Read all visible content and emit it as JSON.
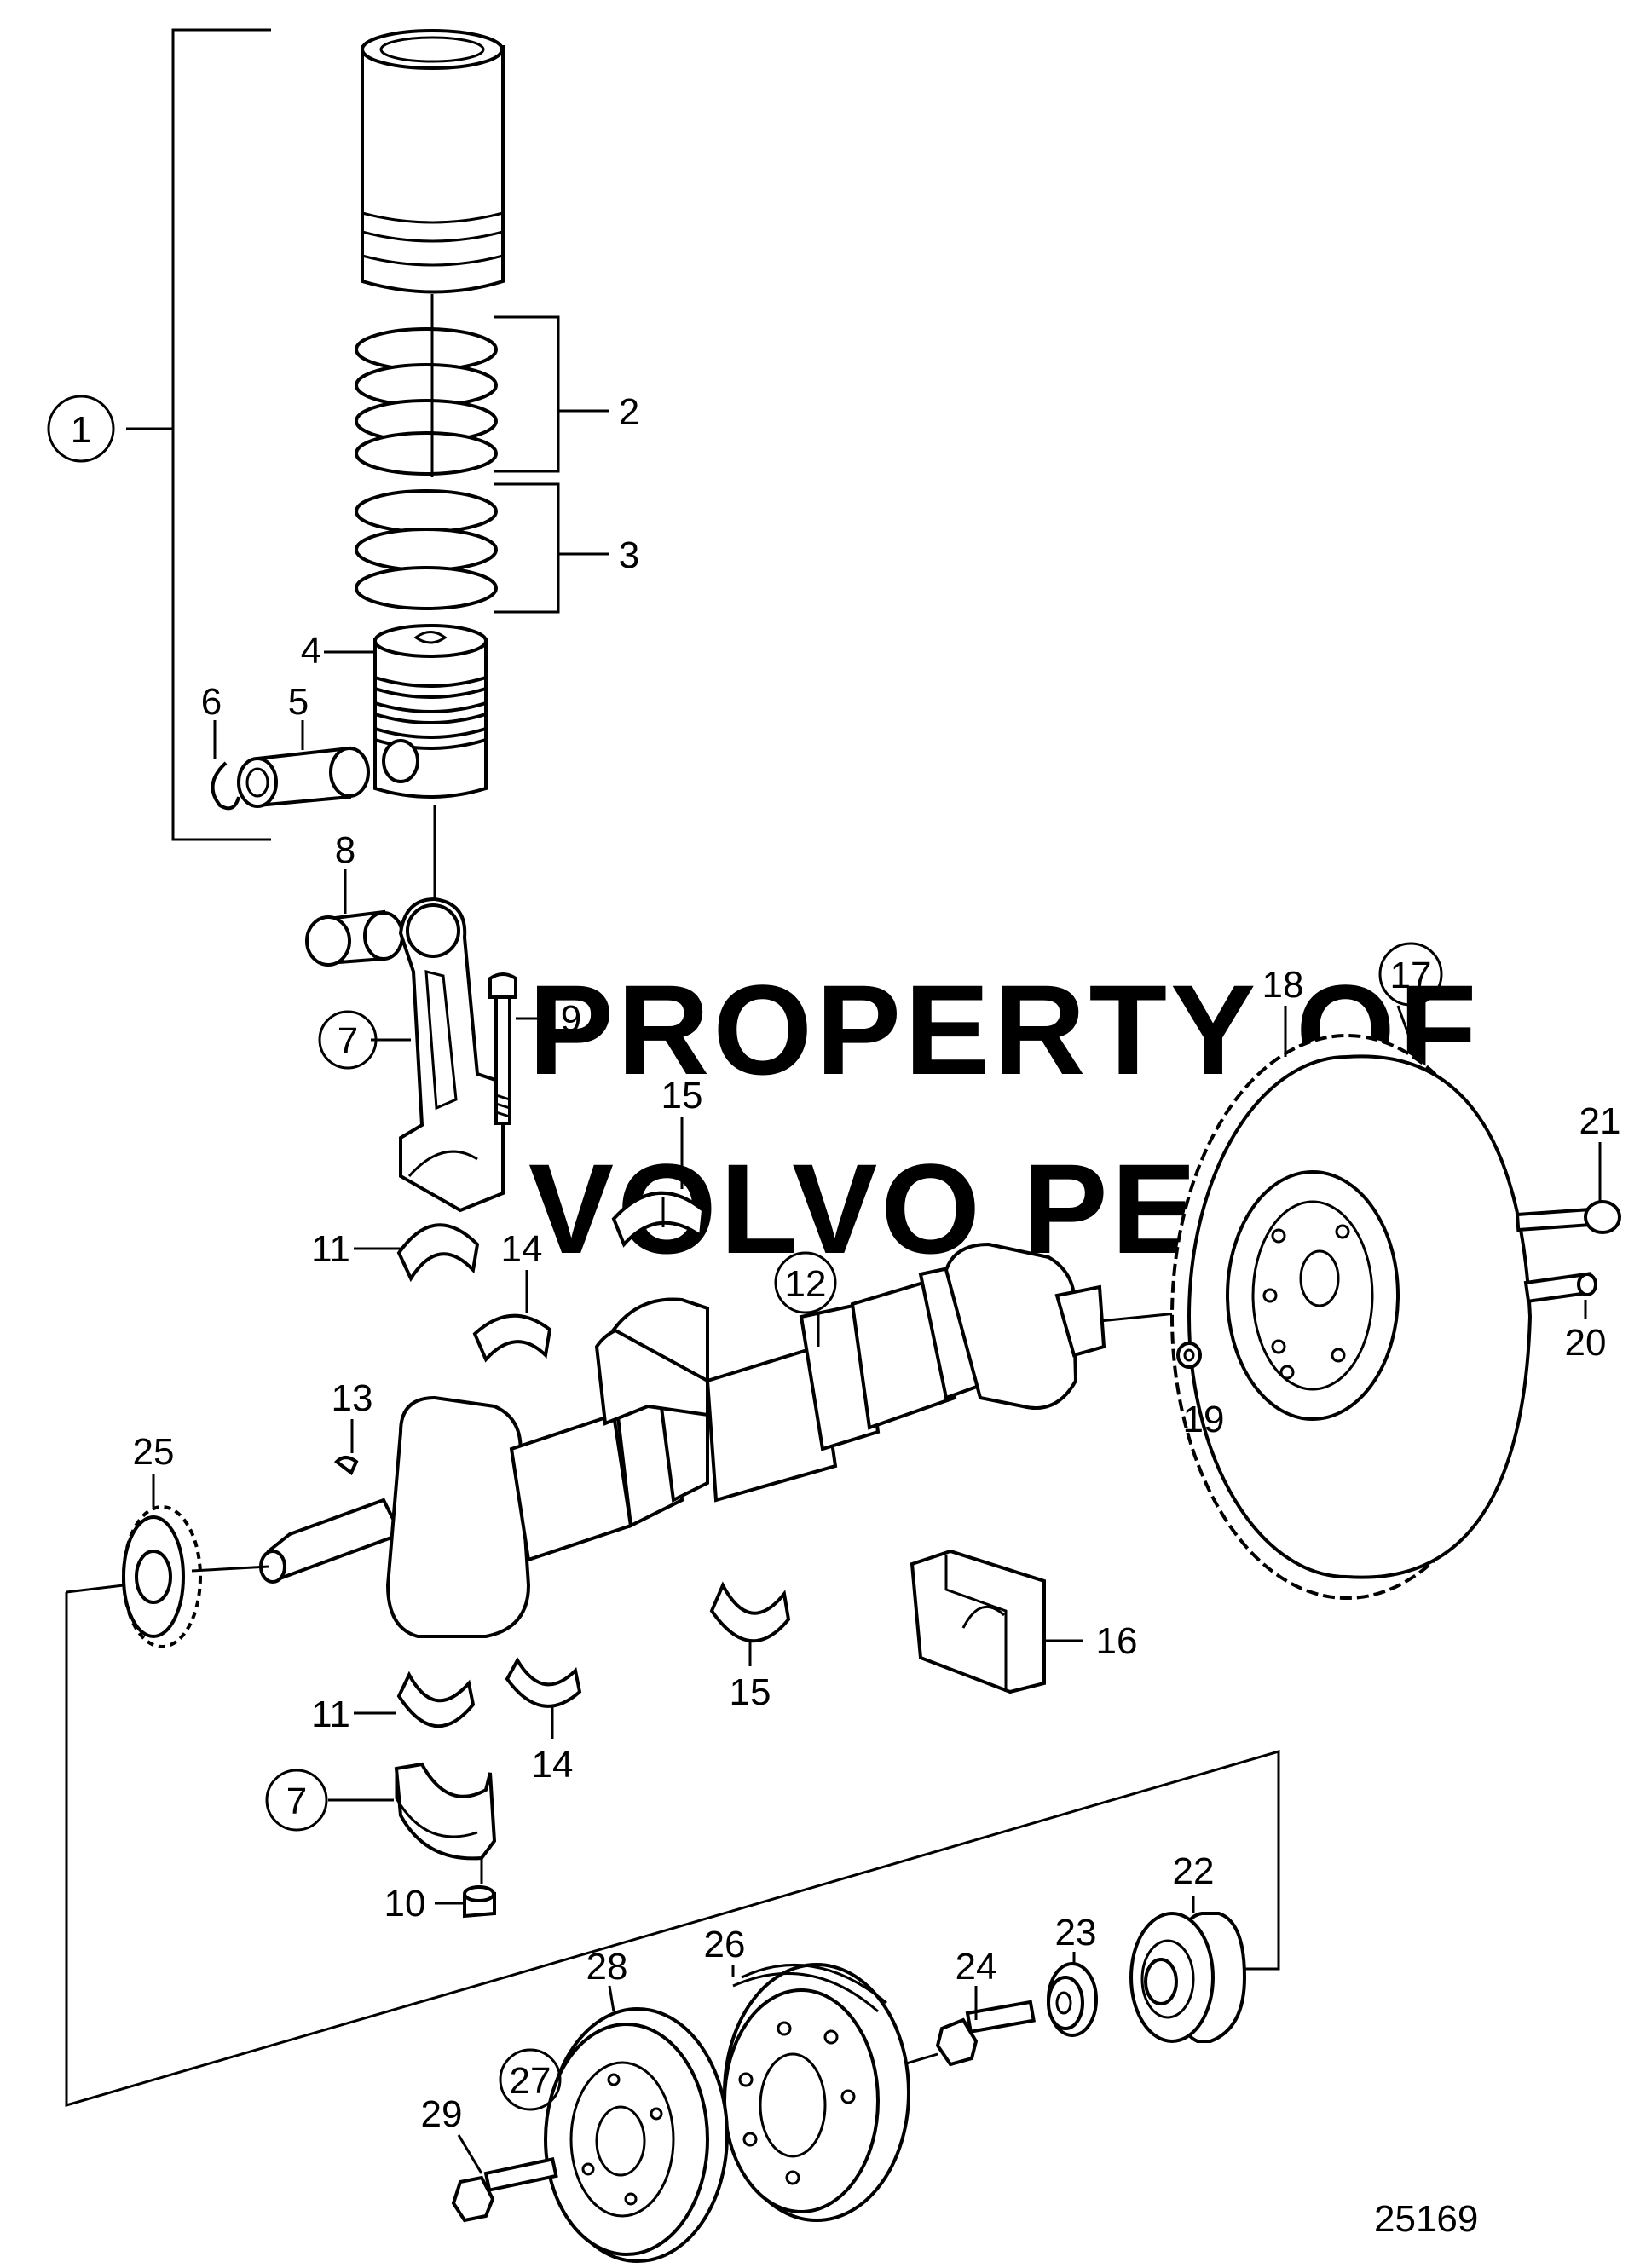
{
  "watermark": {
    "line1": "PROPERTY OF",
    "line2": "VOLVO PENTA"
  },
  "drawing_number": "25169",
  "callouts": {
    "c1": "1",
    "c2": "2",
    "c3": "3",
    "c4": "4",
    "c5": "5",
    "c6": "6",
    "c7a": "7",
    "c7b": "7",
    "c8": "8",
    "c9": "9",
    "c10": "10",
    "c11a": "11",
    "c11b": "11",
    "c12": "12",
    "c13": "13",
    "c14a": "14",
    "c14b": "14",
    "c15a": "15",
    "c15b": "15",
    "c16": "16",
    "c17": "17",
    "c18": "18",
    "c19": "19",
    "c20": "20",
    "c21": "21",
    "c22": "22",
    "c23": "23",
    "c24": "24",
    "c25": "25",
    "c26": "26",
    "c27": "27",
    "c28": "28",
    "c29": "29"
  }
}
